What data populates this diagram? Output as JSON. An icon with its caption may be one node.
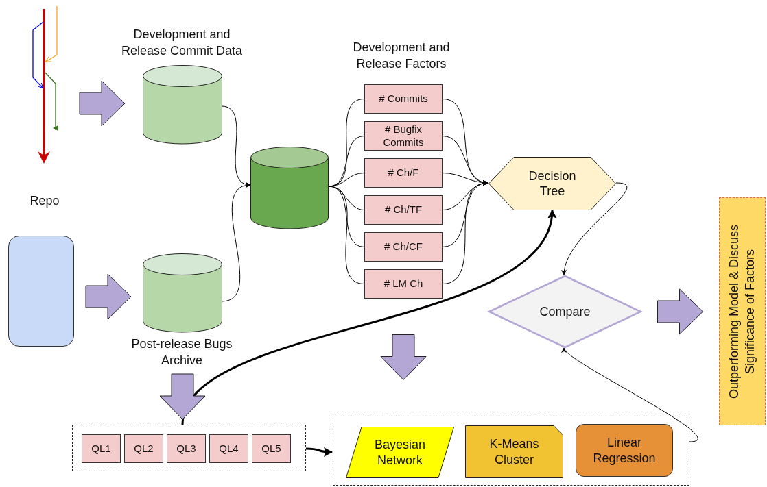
{
  "diagram": {
    "nodes": [
      {
        "text": [],
        "shape": "picture",
        "beside": [
          "Repo"
        ]
      },
      {
        "text": [],
        "shape": "box"
      },
      {
        "text": [
          "Development and Release Commit Data"
        ]
      },
      {
        "text": [
          "Post-release Bugs Archive"
        ]
      },
      {
        "text": [],
        "shape": "cylinder"
      },
      {
        "text": [
          "# Commits"
        ]
      },
      {
        "text": [
          "# Bugfix Commits"
        ]
      },
      {
        "text": [
          "# Ch/F"
        ]
      },
      {
        "text": [
          "# Ch/TF"
        ]
      },
      {
        "text": [
          "# Ch/CF"
        ]
      },
      {
        "text": [
          "# LM Ch"
        ]
      },
      {
        "text": [
          "Decision Tree"
        ]
      },
      {
        "text": [
          "Compare"
        ]
      },
      {
        "text": [
          "Outperforming Model & Discuss Significance of Factors"
        ]
      },
      {
        "text": [],
        "shape": "box"
      },
      {
        "text": [
          "QL1"
        ],
        "in": 14
      },
      {
        "text": [
          "QL2"
        ],
        "in": 14
      },
      {
        "text": [
          "QL3"
        ],
        "in": 14
      },
      {
        "text": [
          "QL4"
        ],
        "in": 14
      },
      {
        "text": [
          "QL5"
        ],
        "in": 14
      },
      {
        "text": [],
        "shape": "box"
      },
      {
        "text": [
          "Bayesian Network"
        ],
        "in": 20
      },
      {
        "text": [
          "K-Means Cluster"
        ],
        "in": 20
      },
      {
        "text": [
          "Linear Regression"
        ],
        "in": 20
      }
    ],
    "edges": [
      {
        "from": 0,
        "to": 2,
        "arrow": "to",
        "style": "thick",
        "color": "#b4a7d6"
      },
      {
        "from": 1,
        "to": 3,
        "arrow": "to",
        "style": "thick",
        "color": "#b4a7d6"
      },
      {
        "from": 2,
        "to": 4,
        "arrow": "to"
      },
      {
        "from": 3,
        "to": 4,
        "arrow": "to"
      },
      {
        "from": 4,
        "to": 5,
        "arrow": "none"
      },
      {
        "from": 4,
        "to": 6,
        "arrow": "none"
      },
      {
        "from": 4,
        "to": 7,
        "arrow": "none"
      },
      {
        "from": 4,
        "to": 8,
        "arrow": "none"
      },
      {
        "from": 4,
        "to": 9,
        "arrow": "none"
      },
      {
        "from": 4,
        "to": 10,
        "arrow": "none"
      },
      {
        "from": 5,
        "to": 11,
        "arrow": "to"
      },
      {
        "from": 6,
        "to": 11,
        "arrow": "to"
      },
      {
        "from": 7,
        "to": 11,
        "arrow": "to"
      },
      {
        "from": 8,
        "to": 11,
        "arrow": "to"
      },
      {
        "from": 9,
        "to": 11,
        "arrow": "to"
      },
      {
        "from": 10,
        "to": 11,
        "arrow": "to"
      },
      {
        "from": 11,
        "to": 12,
        "arrow": "to"
      },
      {
        "from": 10,
        "to": 20,
        "arrow": "to",
        "style": "thick",
        "color": "#b4a7d6"
      },
      {
        "from": 12,
        "to": 13,
        "arrow": "to",
        "style": "thick",
        "color": "#b4a7d6"
      },
      {
        "from": 14,
        "to": 11,
        "arrow": "to",
        "style": "thick"
      },
      {
        "from": 14,
        "to": 20,
        "arrow": "to",
        "style": "thick"
      },
      {
        "from": 20,
        "to": 12,
        "arrow": "to"
      },
      {
        "from": 3,
        "to": 14,
        "arrow": "to",
        "style": "thick",
        "color": "#b4a7d6"
      }
    ],
    "labels": [
      "Development and Release Factors"
    ]
  }
}
